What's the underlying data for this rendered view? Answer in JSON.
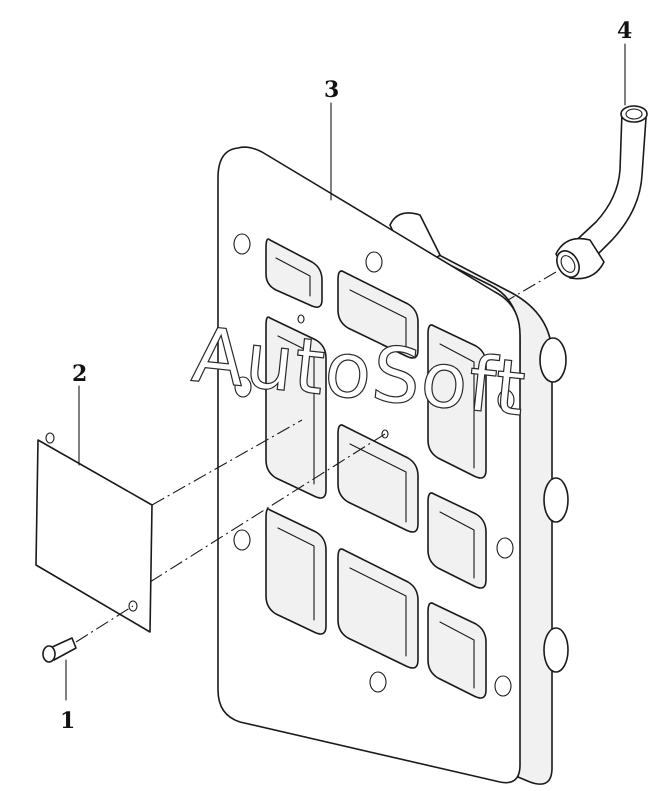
{
  "callouts": {
    "part_1": "1",
    "part_2": "2",
    "part_3": "3",
    "part_4": "4"
  },
  "watermark": "AutoSoft",
  "colors": {
    "line": "#1a1a1a",
    "background": "#ffffff"
  }
}
